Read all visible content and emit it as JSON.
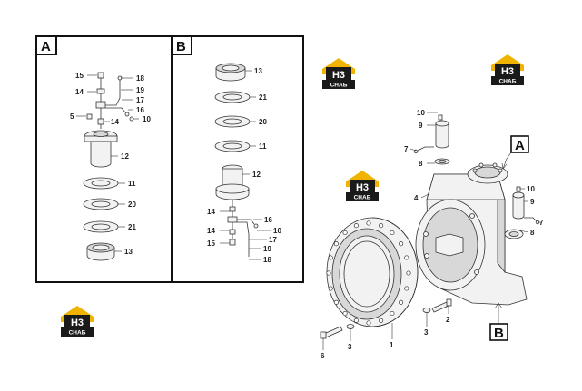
{
  "panels": {
    "a": {
      "letter": "A"
    },
    "b": {
      "letter": "B"
    }
  },
  "callouts": {
    "main_a": "A",
    "main_b": "B"
  },
  "watermark": {
    "mark": "H3",
    "text": "CHAБ",
    "colors": {
      "roof": "#f0b400",
      "body": "#1a1a1a"
    }
  },
  "labels": {
    "a": [
      "15",
      "14",
      "5",
      "14",
      "18",
      "19",
      "17",
      "16",
      "10",
      "12",
      "11",
      "20",
      "21",
      "13"
    ],
    "b": [
      "13",
      "21",
      "20",
      "11",
      "12",
      "14",
      "14",
      "15",
      "16",
      "10",
      "17",
      "19",
      "18"
    ],
    "main": [
      "10",
      "9",
      "7",
      "8",
      "4",
      "10",
      "9",
      "7",
      "8",
      "6",
      "3",
      "1",
      "3",
      "2"
    ]
  }
}
